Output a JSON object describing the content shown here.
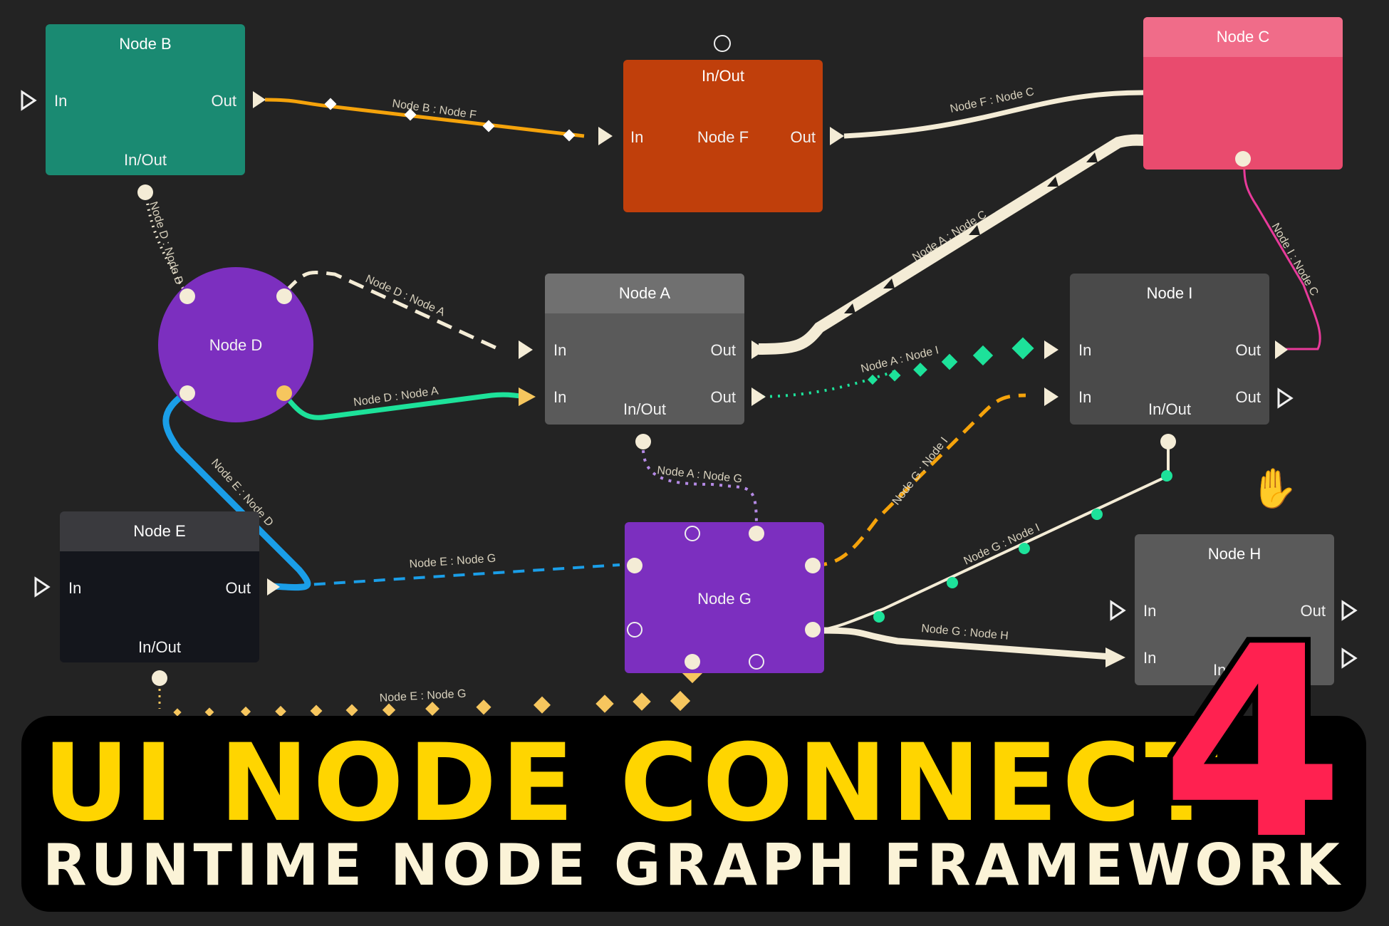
{
  "nodes": {
    "b": {
      "title": "Node B",
      "in": "In",
      "out": "Out",
      "inout": "In/Out",
      "color": "#1a8a72"
    },
    "f": {
      "title": "Node F",
      "header": "In/Out",
      "in": "In",
      "out": "Out",
      "color": "#c03f0b"
    },
    "c": {
      "title": "Node C",
      "color": "#e94b6e"
    },
    "d": {
      "title": "Node D",
      "color": "#7c2fbf"
    },
    "a": {
      "title": "Node A",
      "in1": "In",
      "out1": "Out",
      "in2": "In",
      "out2": "Out",
      "inout": "In/Out",
      "color": "#5a5a5a"
    },
    "i": {
      "title": "Node I",
      "in1": "In",
      "out1": "Out",
      "in2": "In",
      "out2": "Out",
      "inout": "In/Out",
      "color": "#4a4a4a"
    },
    "e": {
      "title": "Node E",
      "in": "In",
      "out": "Out",
      "inout": "In/Out",
      "color": "#14161c"
    },
    "g": {
      "title": "Node G",
      "color": "#7c2fbf"
    },
    "h": {
      "title": "Node H",
      "in1": "In",
      "out1": "Out",
      "in2": "In",
      "inout": "In/Out",
      "color": "#5a5a5a"
    }
  },
  "wires": {
    "bf": "Node B : Node F",
    "fc": "Node F : Node C",
    "ac": "Node A : Node C",
    "db": "Node D : Node B",
    "da1": "Node D : Node A",
    "da2": "Node D : Node A",
    "ai": "Node A : Node I",
    "ic": "Node I : Node C",
    "ed": "Node E : Node D",
    "ag": "Node A : Node G",
    "gi1": "Node G : Node I",
    "gi2": "Node G : Node I",
    "eg1": "Node E : Node G",
    "eg2": "Node E : Node G",
    "gh": "Node G : Node H"
  },
  "colors": {
    "wire_cream": "#f4ecd6",
    "wire_orange": "#f5a30b",
    "wire_green": "#1de29a",
    "wire_blue": "#1a9ee8",
    "wire_pink": "#e83a9a",
    "wire_lilac": "#b58ae6",
    "wire_gold": "#f6c65e",
    "title_yellow": "#ffd500",
    "accent_red": "#ff2150"
  },
  "icons": {
    "cursor": "hand-cursor-icon"
  },
  "banner": {
    "title": "UI NODE CONNECT",
    "subtitle": "RUNTIME NODE GRAPH FRAMEWORK",
    "number": "4"
  }
}
